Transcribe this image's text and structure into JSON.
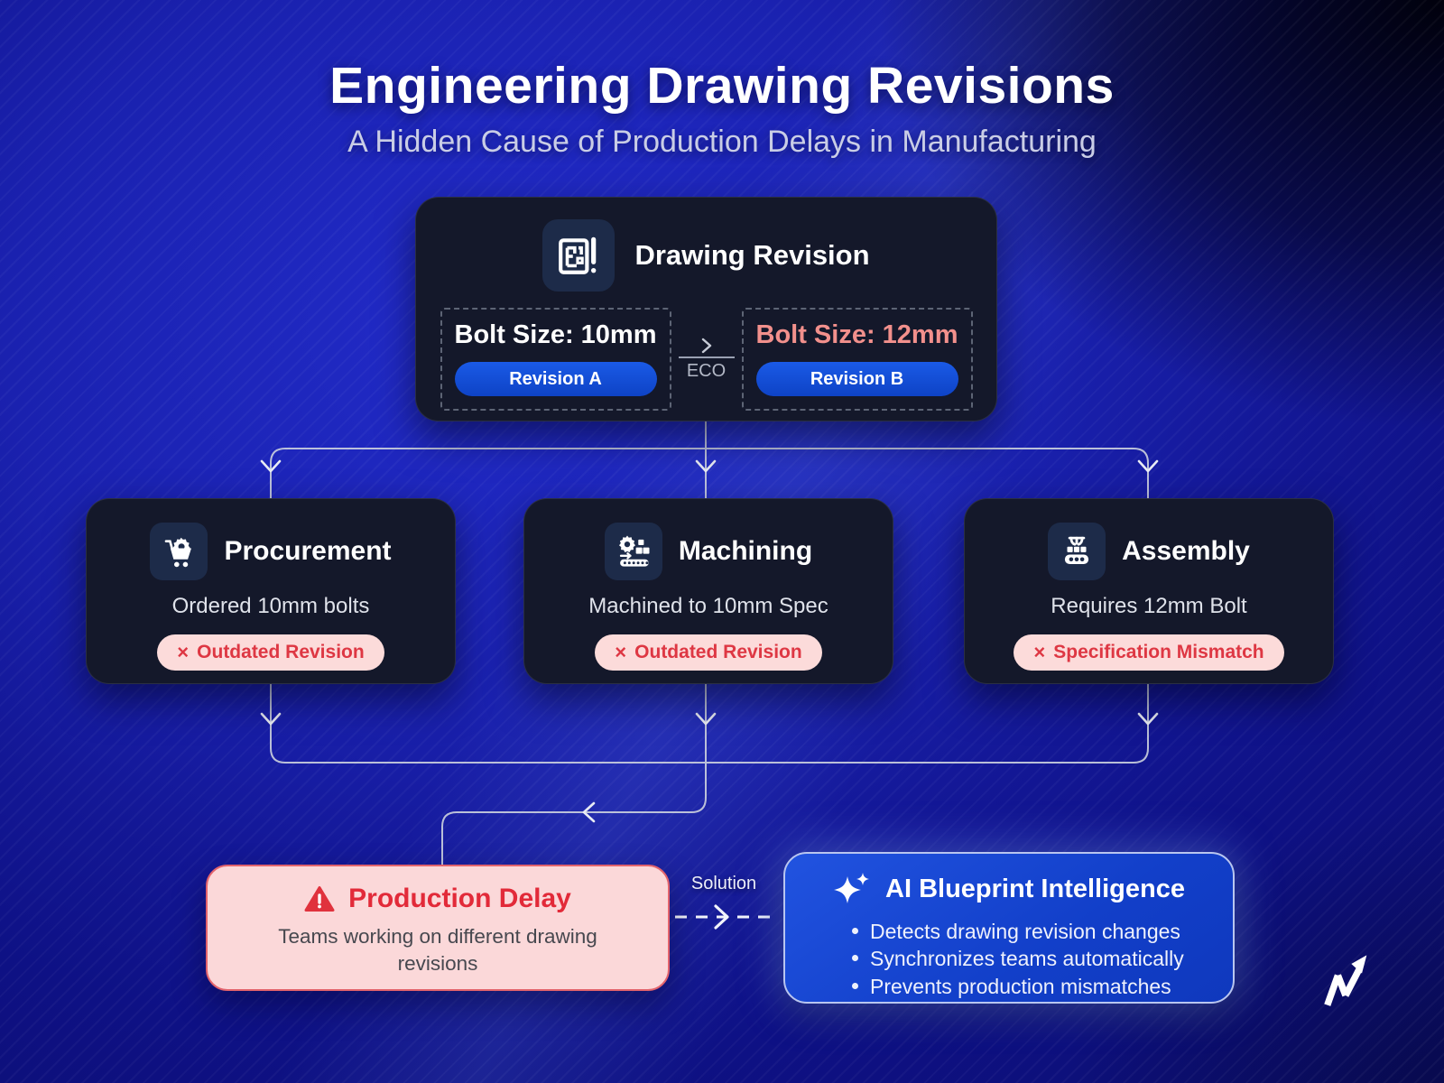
{
  "title": "Engineering Drawing Revisions",
  "subtitle": "A Hidden Cause of Production Delays in Manufacturing",
  "drawing_revision": {
    "title": "Drawing Revision",
    "icon": "blueprint-icon",
    "before": {
      "label": "Bolt Size: 10mm",
      "tag": "Revision A"
    },
    "change_label": "ECO",
    "after": {
      "label": "Bolt Size: 12mm",
      "tag": "Revision B"
    }
  },
  "departments": [
    {
      "title": "Procurement",
      "icon": "cart-gear-icon",
      "detail": "Ordered 10mm bolts",
      "status": "Outdated Revision"
    },
    {
      "title": "Machining",
      "icon": "machining-conveyor-icon",
      "detail": "Machined to 10mm Spec",
      "status": "Outdated Revision"
    },
    {
      "title": "Assembly",
      "icon": "robotic-gripper-icon",
      "detail": "Requires 12mm Bolt",
      "status": "Specification Mismatch"
    }
  ],
  "status_prefix": "×",
  "problem": {
    "title": "Production Delay",
    "description": "Teams working on different drawing revisions",
    "icon": "warning-triangle-icon"
  },
  "solution_label": "Solution",
  "solution": {
    "title": "AI Blueprint Intelligence",
    "icon": "sparkles-icon",
    "bullets": [
      "Detects drawing revision changes",
      "Synchronizes teams automatically",
      "Prevents production mismatches"
    ]
  },
  "colors": {
    "background_blue": "#1a21af",
    "card_dark": "#14182a",
    "icon_tile": "#1d2b49",
    "accent_blue_pill": "#1150d4",
    "ai_card_blue": "#1544d1",
    "alert_red": "#e0323d",
    "status_pill_pink": "#fcdbda",
    "salmon_text": "#f2908c",
    "connector_gray": "#ccd1de"
  }
}
